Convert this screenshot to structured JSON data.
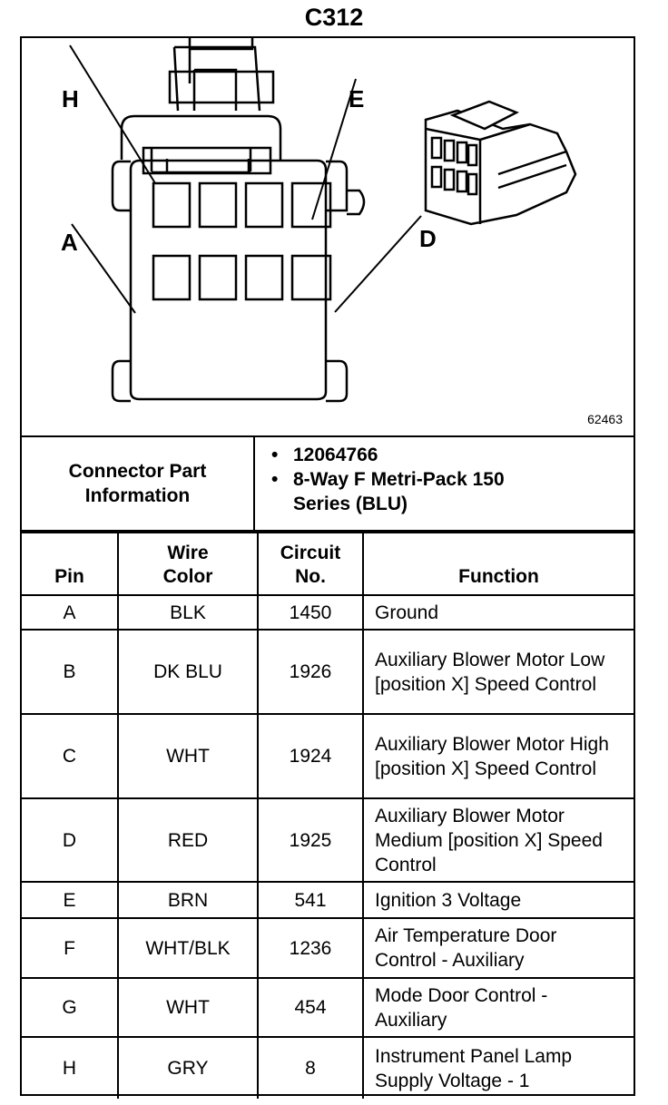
{
  "title": "C312",
  "figure_number": "62463",
  "pin_labels": {
    "H": "H",
    "E": "E",
    "A": "A",
    "D": "D"
  },
  "connector_info": {
    "label": "Connector Part Information",
    "items": [
      "12064766",
      "8-Way F Metri-Pack 150 Series (BLU)"
    ]
  },
  "table": {
    "headers": {
      "pin": "Pin",
      "wire_color": "Wire Color",
      "circuit": "Circuit No.",
      "function": "Function"
    },
    "rows": [
      {
        "pin": "A",
        "color": "BLK",
        "circuit": "1450",
        "function": "Ground"
      },
      {
        "pin": "B",
        "color": "DK BLU",
        "circuit": "1926",
        "function": "Auxiliary Blower Motor Low [position X] Speed Control"
      },
      {
        "pin": "C",
        "color": "WHT",
        "circuit": "1924",
        "function": "Auxiliary Blower Motor High [position X] Speed Control"
      },
      {
        "pin": "D",
        "color": "RED",
        "circuit": "1925",
        "function": "Auxiliary Blower Motor Medium [position X] Speed Control"
      },
      {
        "pin": "E",
        "color": "BRN",
        "circuit": "541",
        "function": "Ignition 3 Voltage"
      },
      {
        "pin": "F",
        "color": "WHT/BLK",
        "circuit": "1236",
        "function": "Air Temperature Door Control - Auxiliary"
      },
      {
        "pin": "G",
        "color": "WHT",
        "circuit": "454",
        "function": "Mode Door Control - Auxiliary"
      },
      {
        "pin": "H",
        "color": "GRY",
        "circuit": "8",
        "function": "Instrument Panel Lamp Supply Voltage - 1"
      }
    ]
  }
}
